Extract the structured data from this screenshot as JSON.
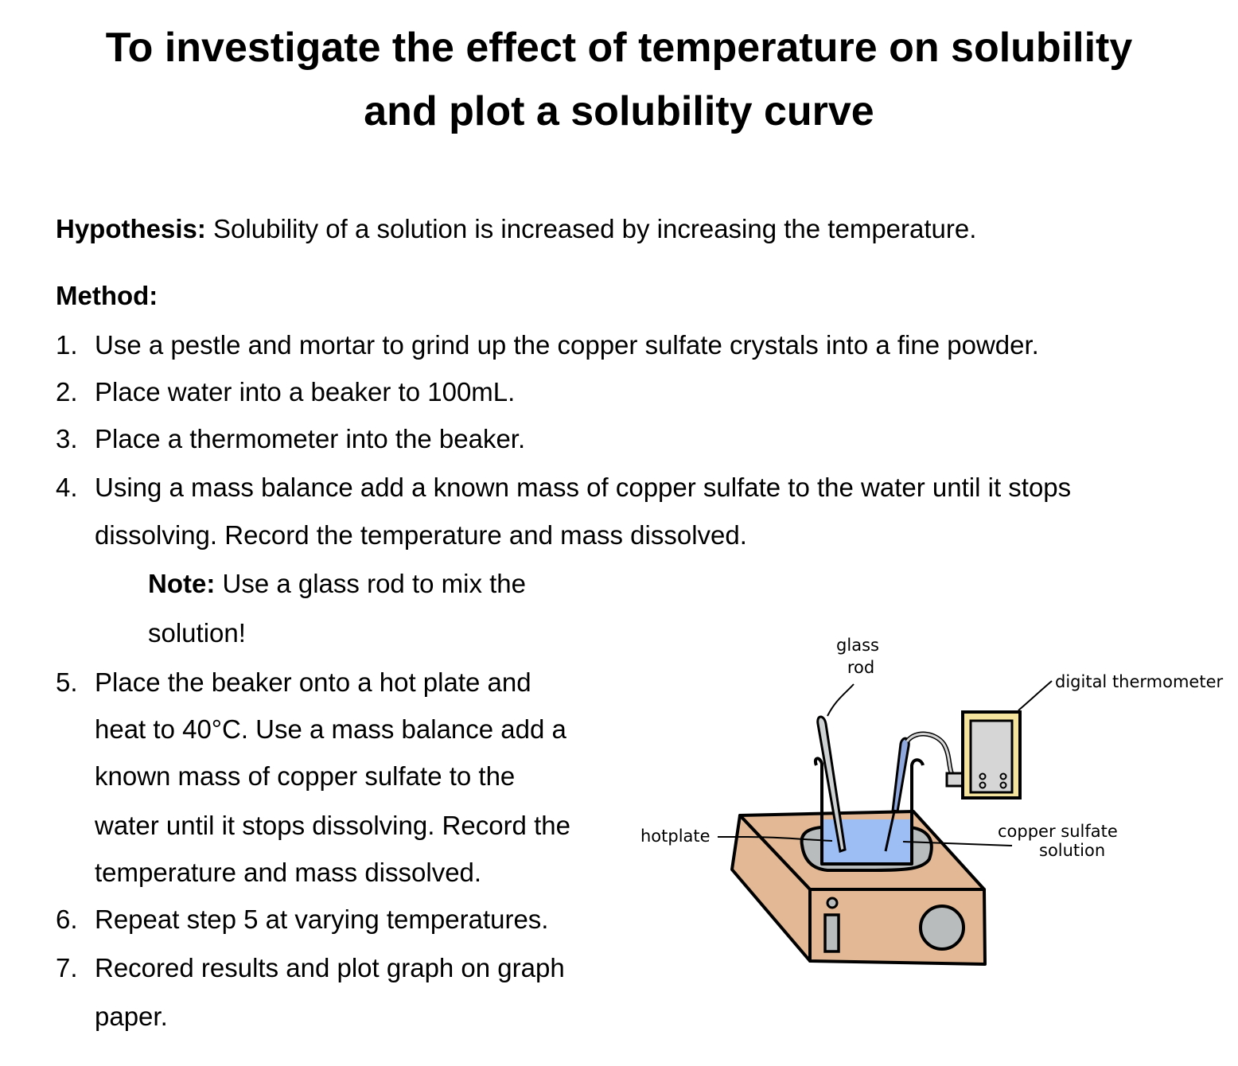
{
  "title": {
    "line1": "To investigate the effect of temperature on solubility",
    "line2": "and plot a solubility curve"
  },
  "hypothesis": {
    "label": "Hypothesis:",
    "text": " Solubility of a solution is increased by increasing the temperature."
  },
  "method": {
    "label": "Method:",
    "steps": [
      {
        "num": "1.",
        "lines": [
          "Use a pestle and mortar to grind up the copper sulfate crystals into a fine powder."
        ]
      },
      {
        "num": "2.",
        "lines": [
          "Place water into a beaker to 100mL."
        ]
      },
      {
        "num": "3.",
        "lines": [
          "Place a thermometer into the beaker."
        ]
      },
      {
        "num": "4.",
        "lines": [
          "Using a mass balance add a known mass of copper sulfate to the water until it stops",
          "dissolving. Record the temperature and mass dissolved."
        ]
      },
      {
        "num": "5.",
        "lines": [
          "Place the beaker onto a hot plate and",
          "heat to 40°C.  Use a mass balance add a",
          "known mass of copper sulfate to the",
          "water until it stops dissolving. Record the",
          "temperature and mass dissolved."
        ]
      },
      {
        "num": "6.",
        "lines": [
          "Repeat step 5 at varying temperatures."
        ]
      },
      {
        "num": "7.",
        "lines": [
          "Recored results and plot graph on graph",
          "paper."
        ]
      }
    ],
    "note": {
      "label": "Note:",
      "line1": " Use a glass rod to mix the",
      "line2": "solution!"
    }
  },
  "diagram": {
    "labels": {
      "glass_rod_1": "glass",
      "glass_rod_2": "rod",
      "digital_thermometer": "digital thermometer",
      "hotplate": "hotplate",
      "copper_sulfate_1": "copper sulfate",
      "copper_sulfate_2": "solution"
    },
    "colors": {
      "hotplate": "#e2b994",
      "solution": "#9dbdf5",
      "plate": "#b8bcbd",
      "thermometer_body": "#f3e39c",
      "thermometer_screen": "#d6d6d6",
      "probe": "#8ea7dc"
    }
  }
}
